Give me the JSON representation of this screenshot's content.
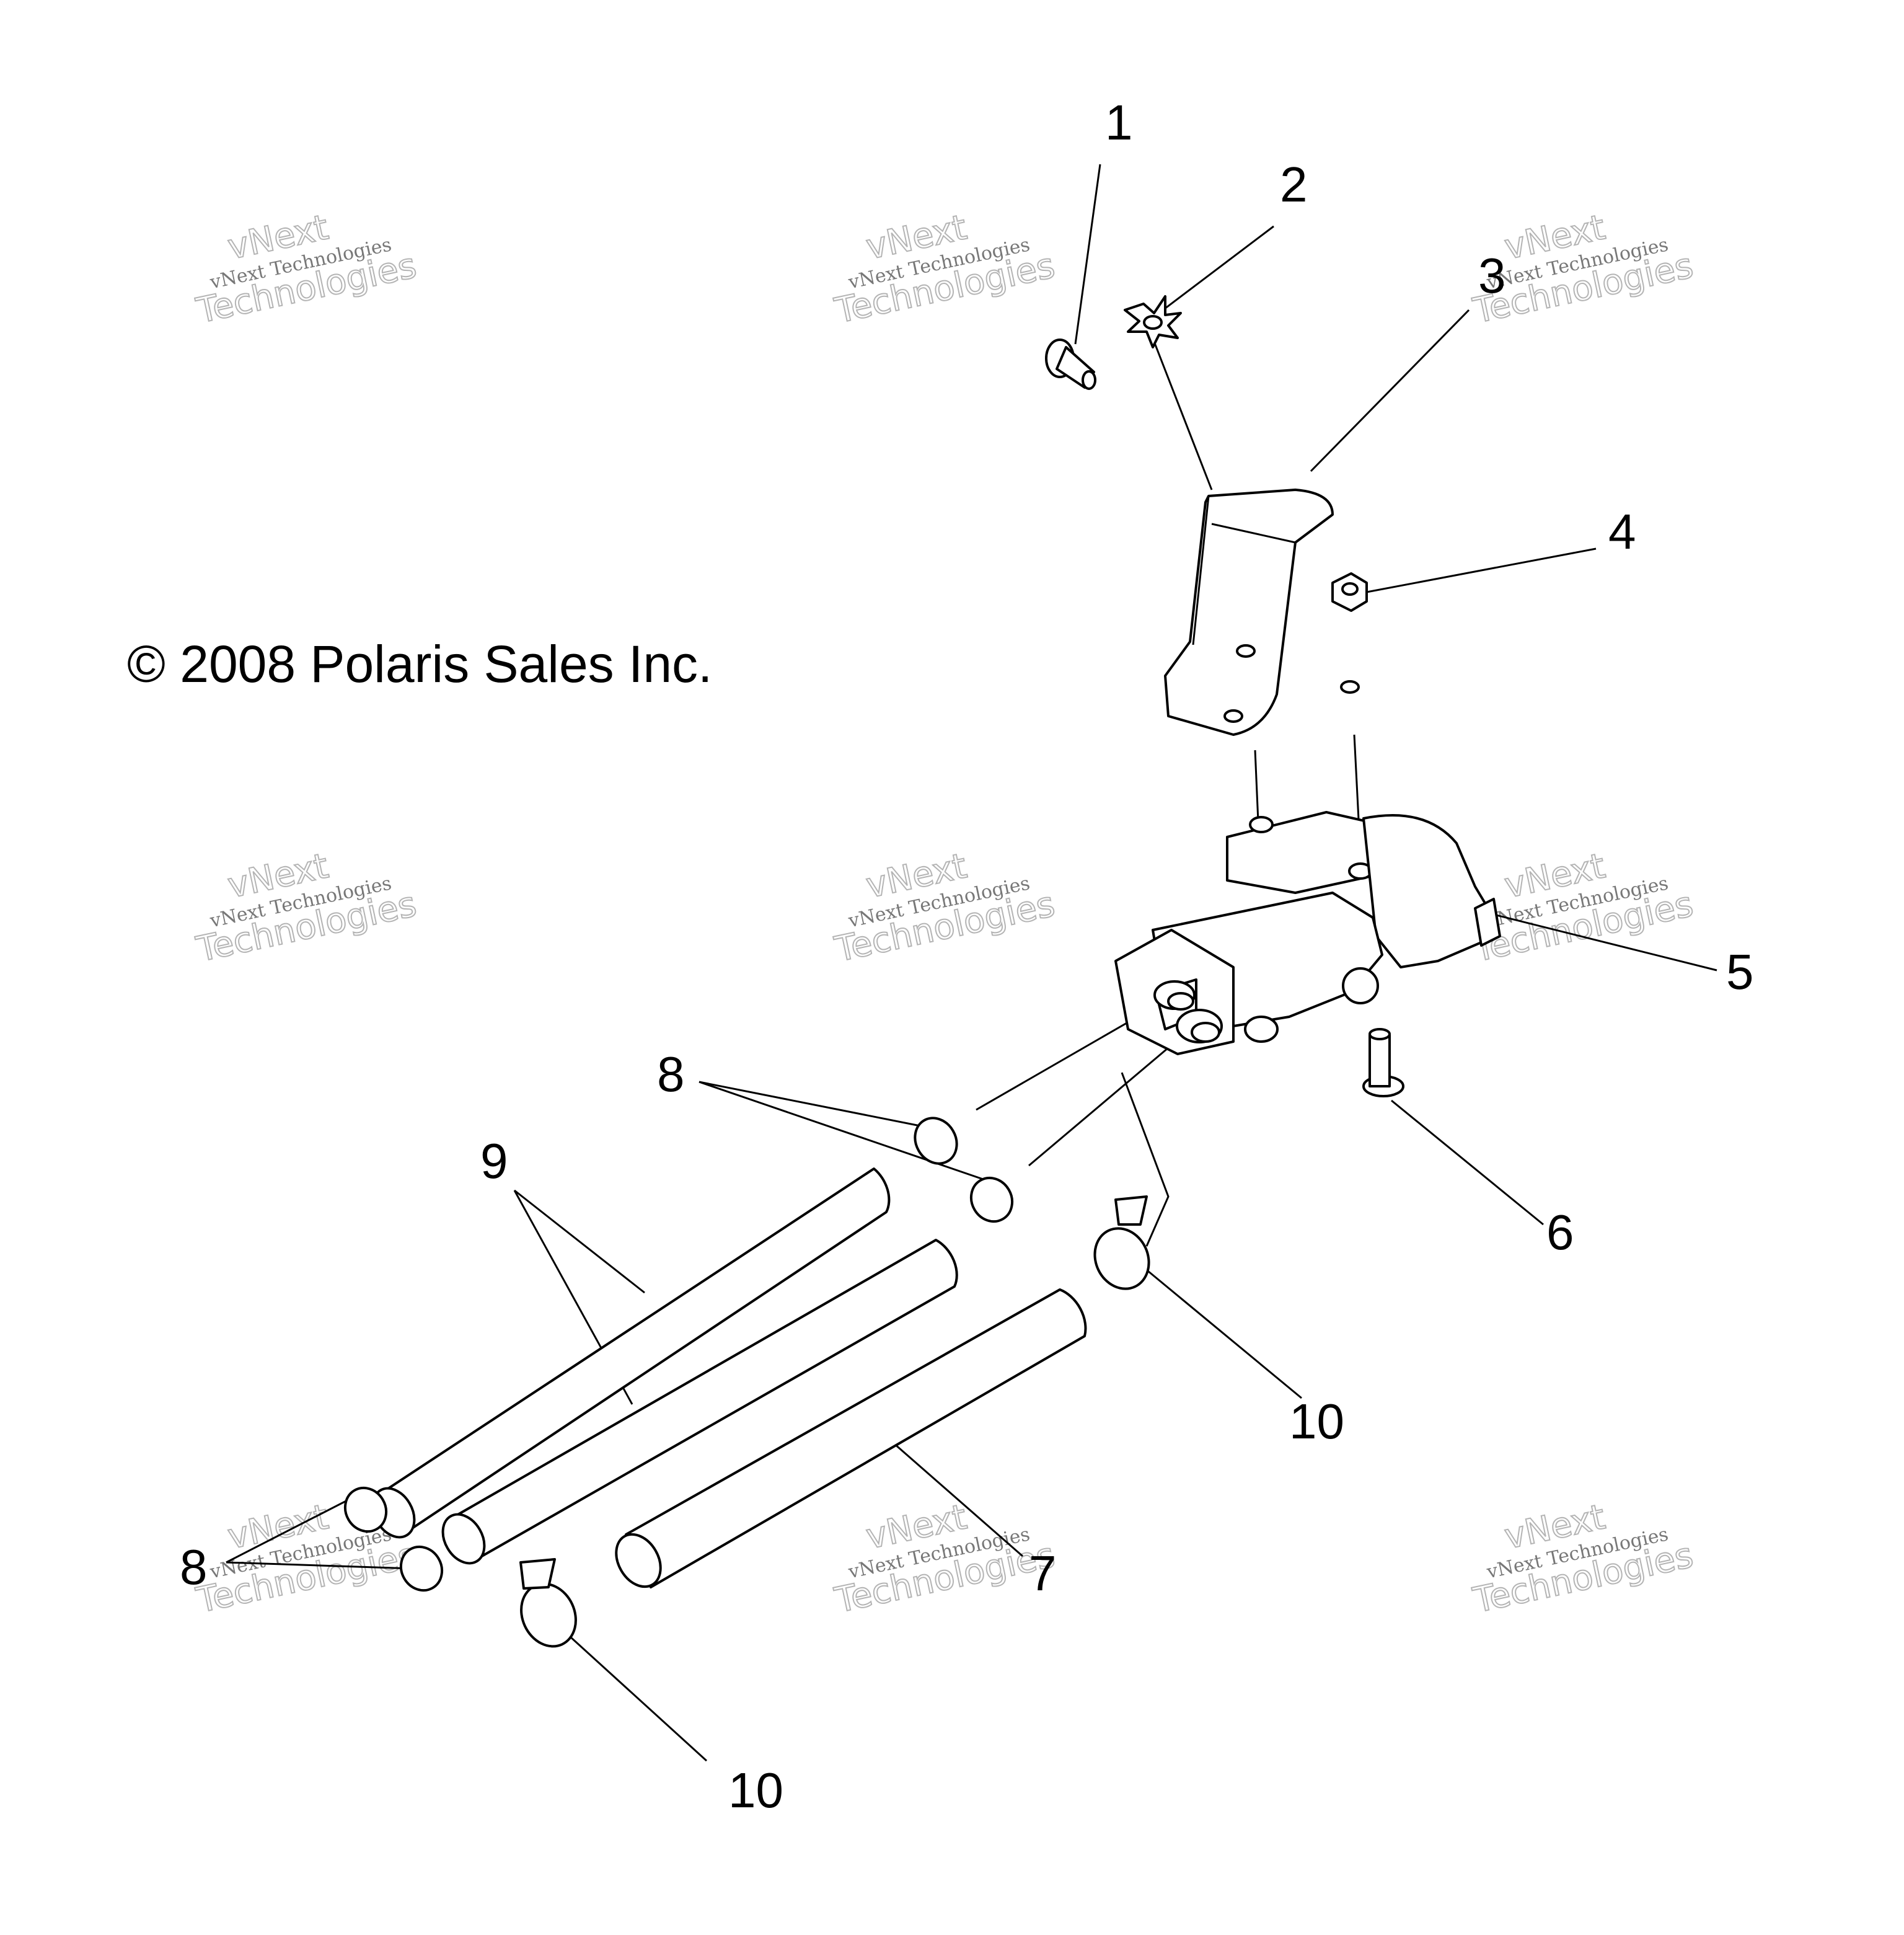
{
  "copyright": "© 2008 Polaris Sales Inc.",
  "callouts": [
    "1",
    "2",
    "3",
    "4",
    "5",
    "6",
    "7",
    "8",
    "8",
    "9",
    "10",
    "10"
  ],
  "watermark": {
    "line1": "vNext",
    "line2": "vNext Technologies",
    "line3": "Technologies"
  }
}
